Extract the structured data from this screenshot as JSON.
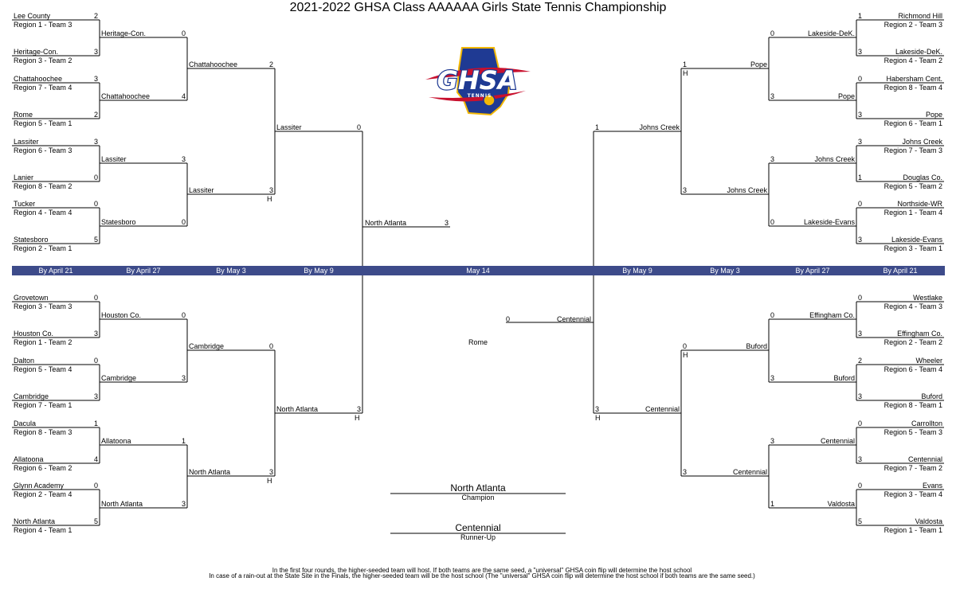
{
  "title": "2021-2022 GHSA Class AAAAAA Girls State Tennis Championship",
  "logo": {
    "text": "GHSA",
    "subtext": "TENNIS"
  },
  "rounds_band": [
    "By April 21",
    "By April 27",
    "By May 3",
    "By May 9",
    "May 14",
    "By May 9",
    "By May 3",
    "By April 27",
    "By April 21"
  ],
  "left_top": {
    "r1": [
      {
        "team": "Lee County",
        "seed": "Region 1 - Team 3",
        "score": "2"
      },
      {
        "team": "Heritage-Con.",
        "seed": "Region 3 - Team 2",
        "score": "3"
      },
      {
        "team": "Chattahoochee",
        "seed": "Region 7 - Team 4",
        "score": "3"
      },
      {
        "team": "Rome",
        "seed": "Region 5 - Team 1",
        "score": "2"
      },
      {
        "team": "Lassiter",
        "seed": "Region 6 - Team 3",
        "score": "3"
      },
      {
        "team": "Lanier",
        "seed": "Region 8 - Team 2",
        "score": "0"
      },
      {
        "team": "Tucker",
        "seed": "Region 4 - Team 4",
        "score": "0"
      },
      {
        "team": "Statesboro",
        "seed": "Region 2 - Team 1",
        "score": "5"
      }
    ],
    "r2": [
      {
        "team": "Heritage-Con.",
        "score": "0"
      },
      {
        "team": "Chattahoochee",
        "score": "4"
      },
      {
        "team": "Lassiter",
        "score": "3"
      },
      {
        "team": "Statesboro",
        "score": "0"
      }
    ],
    "r3": [
      {
        "team": "Chattahoochee",
        "score": "2",
        "host": ""
      },
      {
        "team": "Lassiter",
        "score": "3",
        "host": "H"
      }
    ],
    "r4": [
      {
        "team": "Lassiter",
        "score": "0",
        "host": ""
      }
    ]
  },
  "left_bottom": {
    "r1": [
      {
        "team": "Grovetown",
        "seed": "Region 3 - Team 3",
        "score": "0"
      },
      {
        "team": "Houston Co.",
        "seed": "Region 1 - Team 2",
        "score": "3"
      },
      {
        "team": "Dalton",
        "seed": "Region 5 - Team 4",
        "score": "0"
      },
      {
        "team": "Cambridge",
        "seed": "Region 7 - Team 1",
        "score": "3"
      },
      {
        "team": "Dacula",
        "seed": "Region 8 - Team 3",
        "score": "1"
      },
      {
        "team": "Allatoona",
        "seed": "Region 6 - Team 2",
        "score": "4"
      },
      {
        "team": "Glynn Academy",
        "seed": "Region 2 - Team 4",
        "score": "0"
      },
      {
        "team": "North Atlanta",
        "seed": "Region 4 - Team 1",
        "score": "5"
      }
    ],
    "r2": [
      {
        "team": "Houston Co.",
        "score": "0"
      },
      {
        "team": "Cambridge",
        "score": "3"
      },
      {
        "team": "Allatoona",
        "score": "1"
      },
      {
        "team": "North Atlanta",
        "score": "3"
      }
    ],
    "r3": [
      {
        "team": "Cambridge",
        "score": "0",
        "host": ""
      },
      {
        "team": "North Atlanta",
        "score": "3",
        "host": "H"
      }
    ],
    "r4": [
      {
        "team": "North Atlanta",
        "score": "3",
        "host": "H"
      }
    ]
  },
  "right_top": {
    "r1": [
      {
        "team": "Richmond Hill",
        "seed": "Region 2 - Team 3",
        "score": "1"
      },
      {
        "team": "Lakeside-DeK.",
        "seed": "Region 4 - Team 2",
        "score": "3"
      },
      {
        "team": "Habersham Cent.",
        "seed": "Region  8 - Team 4",
        "score": "0"
      },
      {
        "team": "Pope",
        "seed": "Region 6 - Team 1",
        "score": "3"
      },
      {
        "team": "Johns Creek",
        "seed": "Region 7 - Team 3",
        "score": "3"
      },
      {
        "team": "Douglas Co.",
        "seed": "Region 5 - Team 2",
        "score": "1"
      },
      {
        "team": "Northside-WR",
        "seed": "Region 1 - Team 4",
        "score": "0"
      },
      {
        "team": "Lakeside-Evans",
        "seed": "Region 3 - Team 1",
        "score": "3"
      }
    ],
    "r2": [
      {
        "team": "Lakeside-DeK.",
        "score": "0"
      },
      {
        "team": "Pope",
        "score": "3"
      },
      {
        "team": "Johns Creek",
        "score": "3"
      },
      {
        "team": "Lakeside-Evans",
        "score": "0"
      }
    ],
    "r3": [
      {
        "team": "Pope",
        "score": "1",
        "host": "H"
      },
      {
        "team": "Johns Creek",
        "score": "3",
        "host": ""
      }
    ],
    "r4": [
      {
        "team": "Johns Creek",
        "score": "1",
        "host": ""
      }
    ]
  },
  "right_bottom": {
    "r1": [
      {
        "team": "Westlake",
        "seed": "Region 4 - Team 3",
        "score": "0"
      },
      {
        "team": "Effingham Co.",
        "seed": "Region 2 - Team 2",
        "score": "3"
      },
      {
        "team": "Wheeler",
        "seed": "Region 6 - Team 4",
        "score": "2"
      },
      {
        "team": "Buford",
        "seed": "Region 8 - Team 1",
        "score": "3"
      },
      {
        "team": "Carrollton",
        "seed": "Region 5 - Team 3",
        "score": "0"
      },
      {
        "team": "Centennial",
        "seed": "Region 7 - Team 2",
        "score": "3"
      },
      {
        "team": "Evans",
        "seed": "Region 3 - Team 4",
        "score": "0"
      },
      {
        "team": "Valdosta",
        "seed": "Region 1 - Team 1",
        "score": "5"
      }
    ],
    "r2": [
      {
        "team": "Effingham Co.",
        "score": "0"
      },
      {
        "team": "Buford",
        "score": "3"
      },
      {
        "team": "Centennial",
        "score": "3"
      },
      {
        "team": "Valdosta",
        "score": "1"
      }
    ],
    "r3": [
      {
        "team": "Buford",
        "score": "0",
        "host": "H"
      },
      {
        "team": "Centennial",
        "score": "3",
        "host": ""
      }
    ],
    "r4": [
      {
        "team": "Centennial",
        "score": "3",
        "host": "H"
      }
    ]
  },
  "finals": {
    "left": {
      "team": "North Atlanta",
      "score": "3"
    },
    "right": {
      "team": "Centennial",
      "score": "0"
    },
    "site": "Rome"
  },
  "champion": {
    "team": "North Atlanta",
    "label": "Champion"
  },
  "runner_up": {
    "team": "Centennial",
    "label": "Runner-Up"
  },
  "footnotes": [
    "In the first four rounds, the higher-seeded team will host.  If both teams are the same seed, a \"universal\" GHSA coin flip will determine the host school",
    "In case of a rain-out at the State Site in the Finals, the higher-seeded team will be the host school (The \"universal\" GHSA coin flip will determine the host school if both teams are the same seed.)"
  ],
  "colors": {
    "band": "#3d4b8a",
    "logo_blue": "#1f3a93",
    "logo_red": "#c8102e",
    "logo_gold": "#f2b705"
  }
}
